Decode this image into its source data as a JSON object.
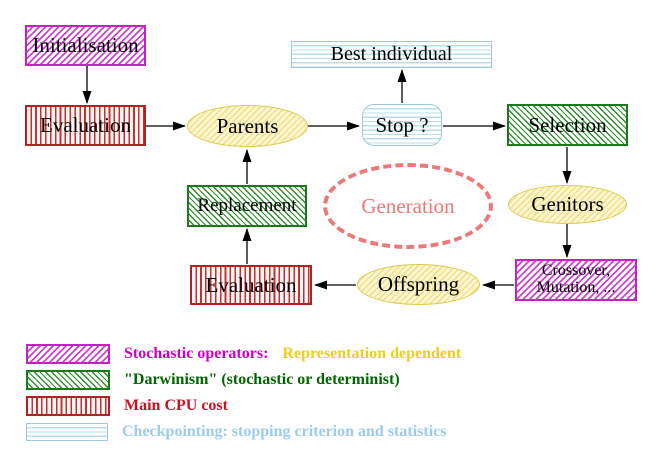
{
  "diagram": {
    "nodes": {
      "initialisation": {
        "label": "Initialisation"
      },
      "evaluation_top": {
        "label": "Evaluation"
      },
      "parents": {
        "label": "Parents"
      },
      "best_individual": {
        "label": "Best individual"
      },
      "stop": {
        "label": "Stop ?"
      },
      "selection": {
        "label": "Selection"
      },
      "genitors": {
        "label": "Genitors"
      },
      "crossover": {
        "line1": "Crossover,",
        "line2": "Mutation, ..."
      },
      "offspring": {
        "label": "Offspring"
      },
      "evaluation_bottom": {
        "label": "Evaluation"
      },
      "replacement": {
        "label": "Replacement"
      },
      "generation": {
        "label": "Generation"
      }
    }
  },
  "legend": {
    "items": [
      {
        "swatch": "magenta-hatch",
        "text": "Stochastic operators:",
        "text2": "Representation dependent"
      },
      {
        "swatch": "green-hatch",
        "text": "\"Darwinism\" (stochastic or determinist)"
      },
      {
        "swatch": "red-stripes",
        "text": "Main CPU cost"
      },
      {
        "swatch": "cyan-lines",
        "text": "Checkpointing: stopping criterion and statistics"
      }
    ]
  },
  "colors": {
    "magenta": "#cc00cc",
    "yellow": "#eecc22",
    "green": "#006600",
    "red": "#cc1122",
    "cyan": "#99ccee",
    "salmon": "#ee7777",
    "yellow_node_border": "#ddc94e",
    "arrow": "#000000"
  }
}
